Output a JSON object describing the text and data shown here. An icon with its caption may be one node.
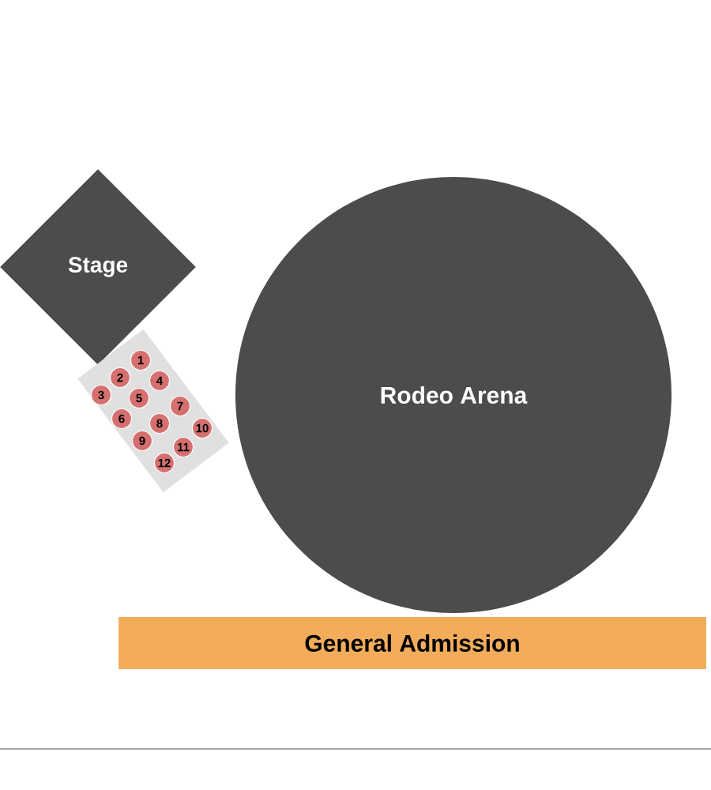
{
  "diagram": {
    "nodes": [
      {
        "text": [
          "Stage"
        ]
      },
      {
        "text": [],
        "shape": "box"
      },
      {
        "text": [
          "1"
        ],
        "in": 1
      },
      {
        "text": [
          "2"
        ],
        "in": 1
      },
      {
        "text": [
          "3"
        ],
        "in": 1
      },
      {
        "text": [
          "4"
        ],
        "in": 1
      },
      {
        "text": [
          "5"
        ],
        "in": 1
      },
      {
        "text": [
          "6"
        ],
        "in": 1
      },
      {
        "text": [
          "7"
        ],
        "in": 1
      },
      {
        "text": [
          "8"
        ],
        "in": 1
      },
      {
        "text": [
          "9"
        ],
        "in": 1
      },
      {
        "text": [
          "10"
        ],
        "in": 1
      },
      {
        "text": [
          "11"
        ],
        "in": 1
      },
      {
        "text": [
          "12"
        ],
        "in": 1
      },
      {
        "text": [
          "Rodeo Arena"
        ]
      },
      {
        "text": [
          "General Admission"
        ]
      }
    ]
  }
}
